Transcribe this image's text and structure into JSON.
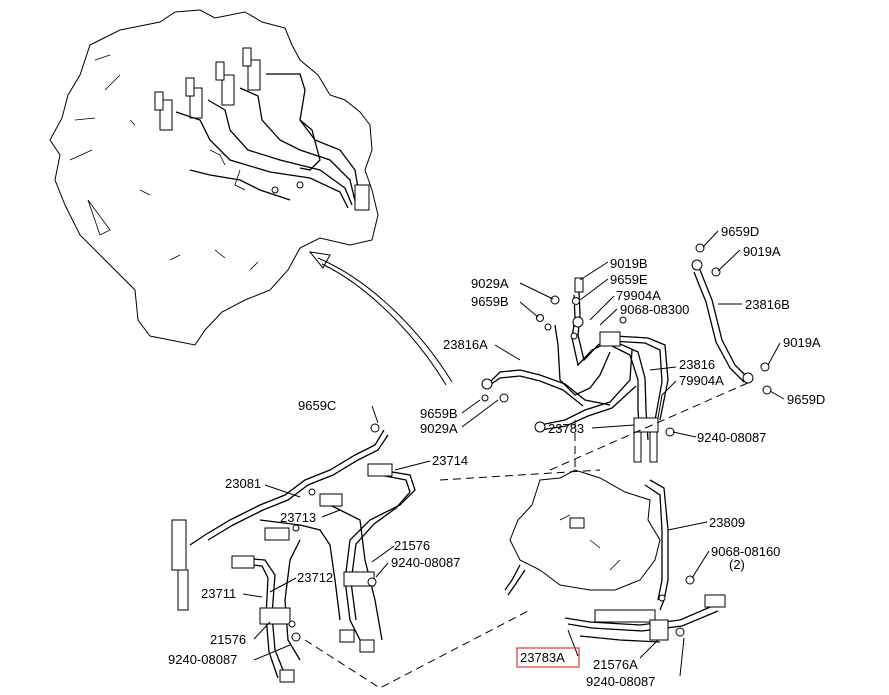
{
  "labels": {
    "l_9659D_top": "9659D",
    "l_9019A_top": "9019A",
    "l_9019B": "9019B",
    "l_9659E": "9659E",
    "l_9029A_top": "9029A",
    "l_79904A_top": "79904A",
    "l_9659B_top": "9659B",
    "l_9068_08300": "9068-08300",
    "l_23816B": "23816B",
    "l_23816A": "23816A",
    "l_23816": "23816",
    "l_9019A_right": "9019A",
    "l_79904A_mid": "79904A",
    "l_9659D_right": "9659D",
    "l_9659C": "9659C",
    "l_9659B_mid": "9659B",
    "l_9029A_mid": "9029A",
    "l_23783": "23783",
    "l_9240_08087_a": "9240-08087",
    "l_23714": "23714",
    "l_23081": "23081",
    "l_23809": "23809",
    "l_23713": "23713",
    "l_21576_a": "21576",
    "l_9068_08160": "9068-08160",
    "l_qty2": "(2)",
    "l_9240_08087_b": "9240-08087",
    "l_23712": "23712",
    "l_23711": "23711",
    "l_21576_b": "21576",
    "l_9240_08087_c": "9240-08087",
    "l_23783A": "23783A",
    "l_21576A": "21576A",
    "l_9240_08087_d": "9240-08087"
  },
  "highlight": {
    "part": "23783A",
    "color": "#d43a3a"
  }
}
